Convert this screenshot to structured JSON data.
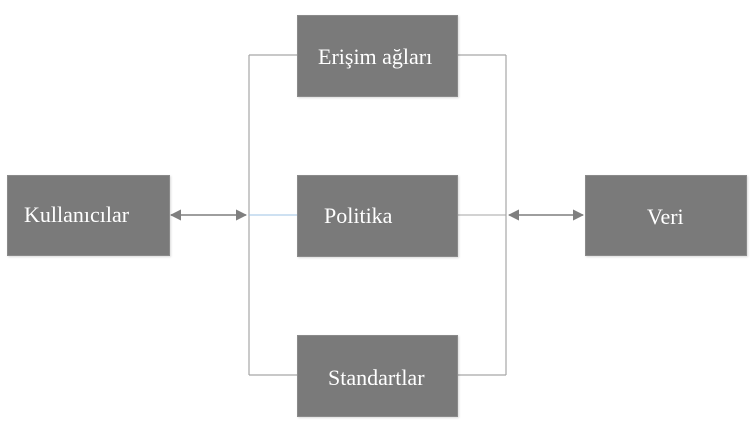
{
  "nodes": {
    "users": "Kullanıcılar",
    "access_networks": "Erişim ağları",
    "policy": "Politika",
    "standards": "Standartlar",
    "data": "Veri"
  },
  "colors": {
    "box_fill": "#7a7a7a",
    "box_text": "#ffffff",
    "line": "#a6a6a6",
    "arrow": "#7f7f7f",
    "accent_line": "#9dc3e6"
  }
}
